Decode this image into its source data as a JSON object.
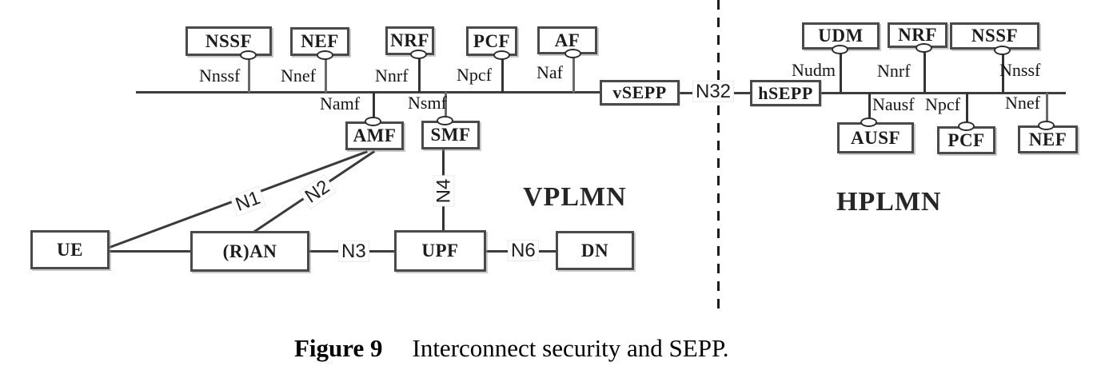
{
  "diagram": {
    "vplmn": {
      "region_label": "VPLMN",
      "top_nfs": [
        "NSSF",
        "NEF",
        "NRF",
        "PCF",
        "AF"
      ],
      "top_interfaces": [
        "Nnssf",
        "Nnef",
        "Nnrf",
        "Npcf",
        "Naf"
      ],
      "bottom_interfaces": [
        "Namf",
        "Nsmf"
      ],
      "amf": "AMF",
      "smf": "SMF",
      "ue": "UE",
      "ran": "(R)AN",
      "upf": "UPF",
      "dn": "DN",
      "ref_n1": "N1",
      "ref_n2": "N2",
      "ref_n3": "N3",
      "ref_n4": "N4",
      "ref_n6": "N6"
    },
    "interconnect": {
      "vsepp": "vSEPP",
      "ref_n32": "N32",
      "hsepp": "hSEPP"
    },
    "hplmn": {
      "region_label": "HPLMN",
      "top_nfs": [
        "UDM",
        "NRF",
        "NSSF"
      ],
      "top_interfaces": [
        "Nudm",
        "Nnrf",
        "Nnssf"
      ],
      "bottom_interfaces": [
        "Nausf",
        "Npcf",
        "Nnef"
      ],
      "bottom_nfs": [
        "AUSF",
        "PCF",
        "NEF"
      ]
    },
    "colors": {
      "line": "#3d3d3d",
      "box_border": "#4a4a4a",
      "background": "#ffffff"
    }
  },
  "caption": {
    "figure_label": "Figure 9",
    "title": "Interconnect security and SEPP."
  }
}
